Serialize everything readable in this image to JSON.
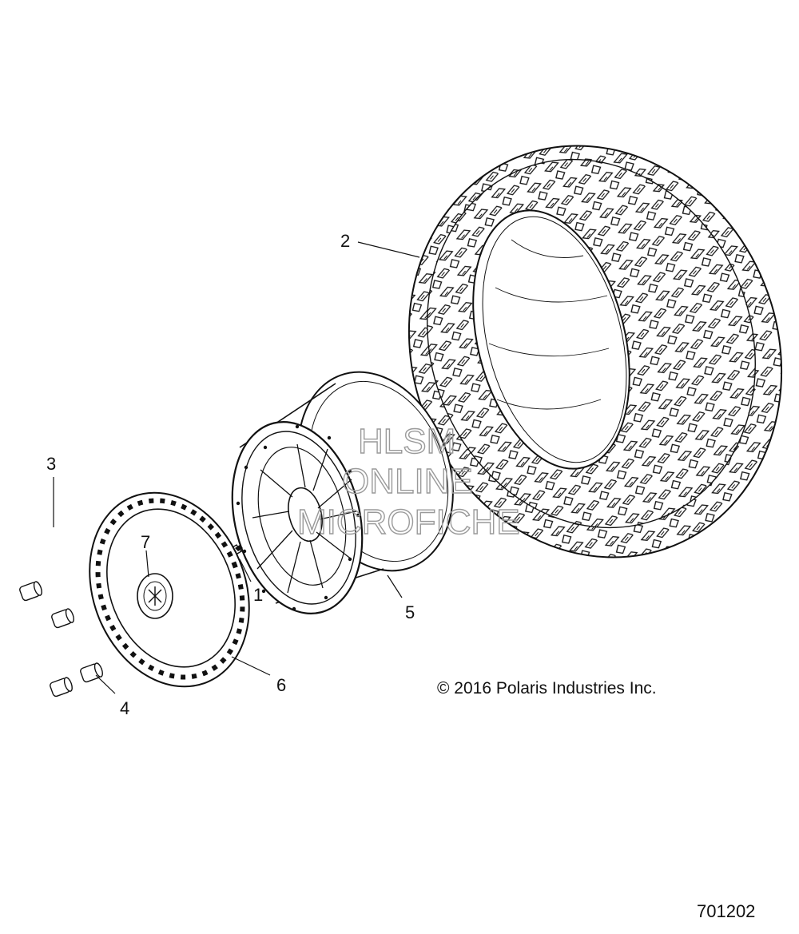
{
  "callouts": [
    {
      "id": "1",
      "label": "1"
    },
    {
      "id": "2",
      "label": "2"
    },
    {
      "id": "3",
      "label": "3"
    },
    {
      "id": "4",
      "label": "4"
    },
    {
      "id": "5",
      "label": "5"
    },
    {
      "id": "6",
      "label": "6"
    },
    {
      "id": "7",
      "label": "7"
    }
  ],
  "watermark": {
    "line1": "HLSM",
    "line2": "ONLINE",
    "line3": "MICROFICHE"
  },
  "copyright": "© 2016 Polaris Industries Inc.",
  "drawing_number": "701202",
  "colors": {
    "ink": "#111111",
    "watermark": "#9a9a9a",
    "paper": "#ffffff"
  }
}
